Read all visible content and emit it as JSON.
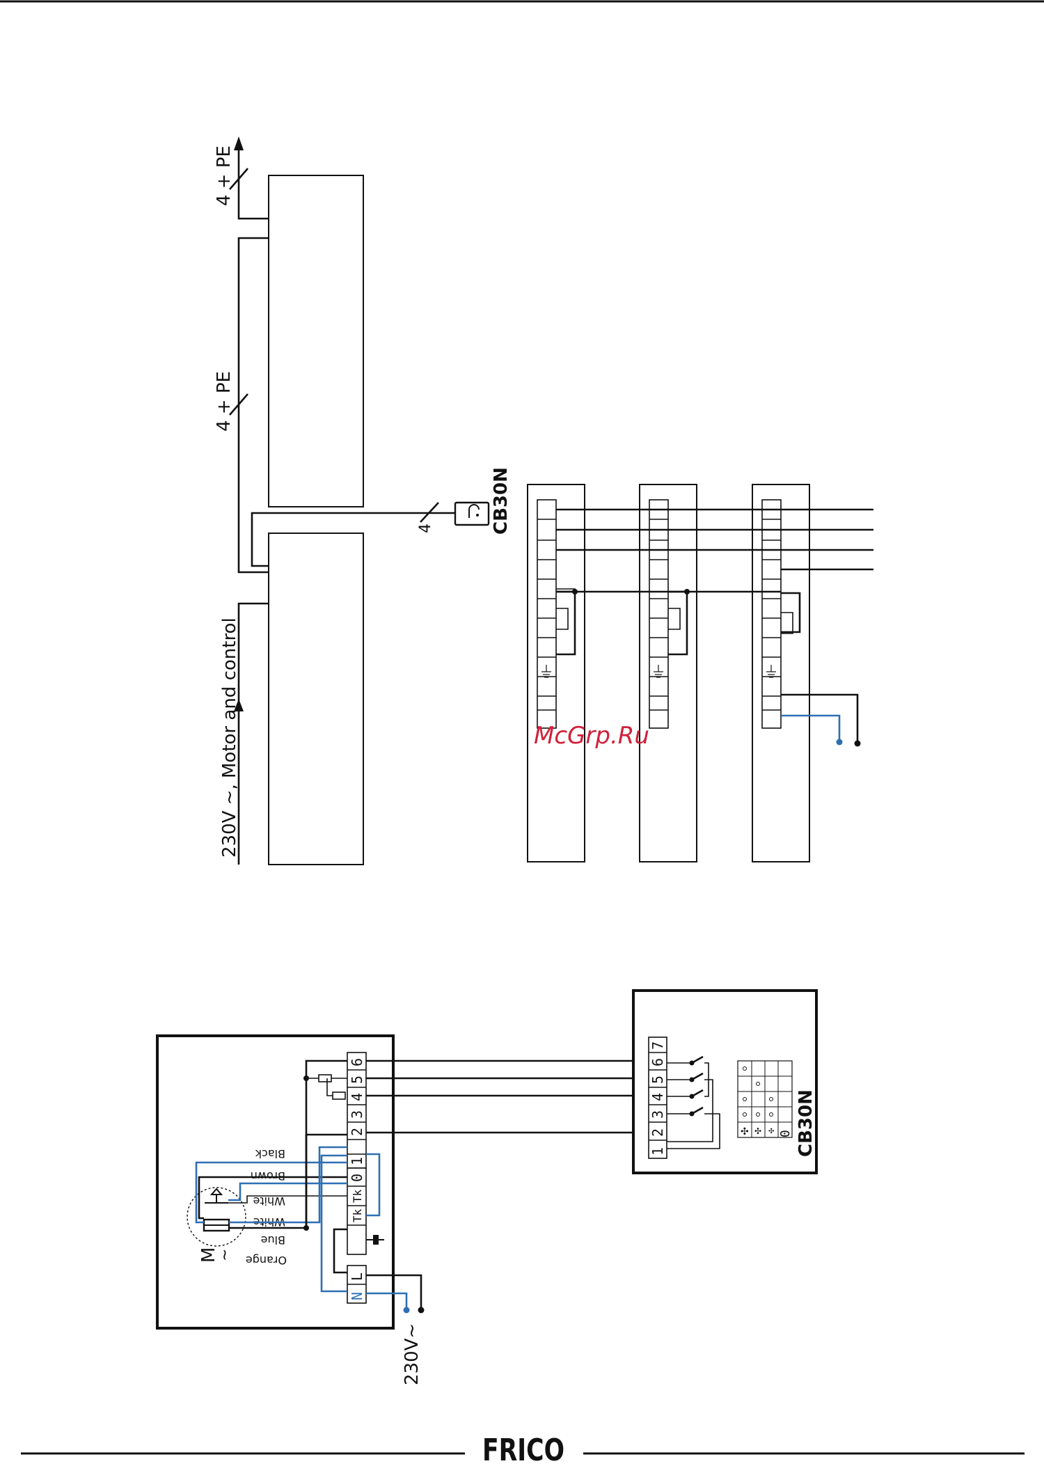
{
  "upper_diagram": {
    "supply_label": "230V ~, Motor and control",
    "bus_label_top": "4 + PE",
    "bus_label_mid": "4 + PE",
    "control_cable_count": "4",
    "control_unit_label": "CB30N"
  },
  "lower_diagram": {
    "supply_label": "230V~",
    "motor_symbol": "M",
    "motor_ac": "~",
    "wire_colors": [
      "Black",
      "Brown",
      "White",
      "White",
      "Blue",
      "Orange"
    ],
    "unit_terminals": [
      "6",
      "5",
      "4",
      "3",
      "2",
      "1",
      "0",
      "Tk",
      "Tk"
    ],
    "power_terminals": [
      "L",
      "N"
    ],
    "control_unit_label": "CB30N",
    "control_terminals": [
      "7",
      "6",
      "5",
      "4",
      "3",
      "2",
      "1"
    ],
    "switch_zero": "0"
  },
  "watermark": "McGrp.Ru",
  "brand_logo": "FRICO",
  "colors": {
    "neutral_blue": "#2e6fb3",
    "watermark_red": "#d0213a"
  }
}
